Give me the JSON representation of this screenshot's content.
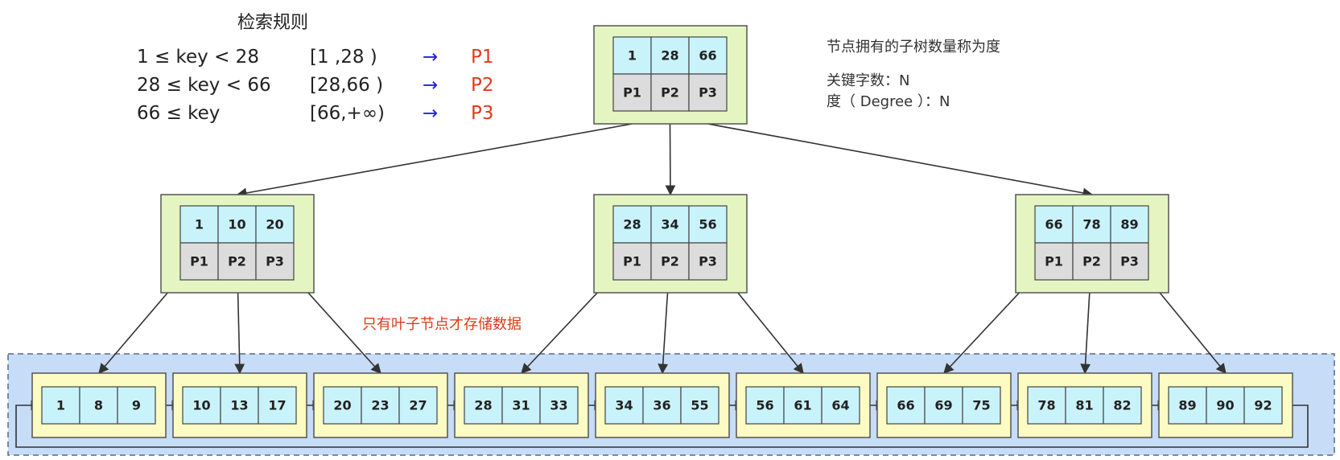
{
  "rules": {
    "title": "检索规则",
    "items": [
      {
        "condition": "1   ≤ key < 28",
        "range": "[1  ,28  )",
        "arrow": "→",
        "pointer": "P1"
      },
      {
        "condition": "28 ≤ key < 66",
        "range": "[28,66  )",
        "arrow": "→",
        "pointer": "P2"
      },
      {
        "condition": "66 ≤ key",
        "range": "[66,+∞)",
        "arrow": "→",
        "pointer": "P3"
      }
    ]
  },
  "notes": {
    "degree_def": "节点拥有的子树数量称为度",
    "key_count": "关键字数：N",
    "degree": "度（ Degree ）：N"
  },
  "leaf_note": "只有叶子节点才存储数据",
  "tree": {
    "root": {
      "keys": [
        "1",
        "28",
        "66"
      ],
      "pointers": [
        "P1",
        "P2",
        "P3"
      ]
    },
    "internal": [
      {
        "keys": [
          "1",
          "10",
          "20"
        ],
        "pointers": [
          "P1",
          "P2",
          "P3"
        ]
      },
      {
        "keys": [
          "28",
          "34",
          "56"
        ],
        "pointers": [
          "P1",
          "P2",
          "P3"
        ]
      },
      {
        "keys": [
          "66",
          "78",
          "89"
        ],
        "pointers": [
          "P1",
          "P2",
          "P3"
        ]
      }
    ],
    "leaves": [
      [
        "1",
        "8",
        "9"
      ],
      [
        "10",
        "13",
        "17"
      ],
      [
        "20",
        "23",
        "27"
      ],
      [
        "28",
        "31",
        "33"
      ],
      [
        "34",
        "36",
        "55"
      ],
      [
        "56",
        "61",
        "64"
      ],
      [
        "66",
        "69",
        "75"
      ],
      [
        "78",
        "81",
        "82"
      ],
      [
        "89",
        "90",
        "92"
      ]
    ]
  },
  "colors": {
    "node_outer": "#e4f5c2",
    "key_cell": "#c9f3fb",
    "pointer_cell": "#dcdcdc",
    "leaf_outer": "#fcfbc4",
    "leaf_region": "#c6dcf7",
    "rule_arrow": "#2222dd",
    "rule_pointer": "#e03a1a"
  }
}
